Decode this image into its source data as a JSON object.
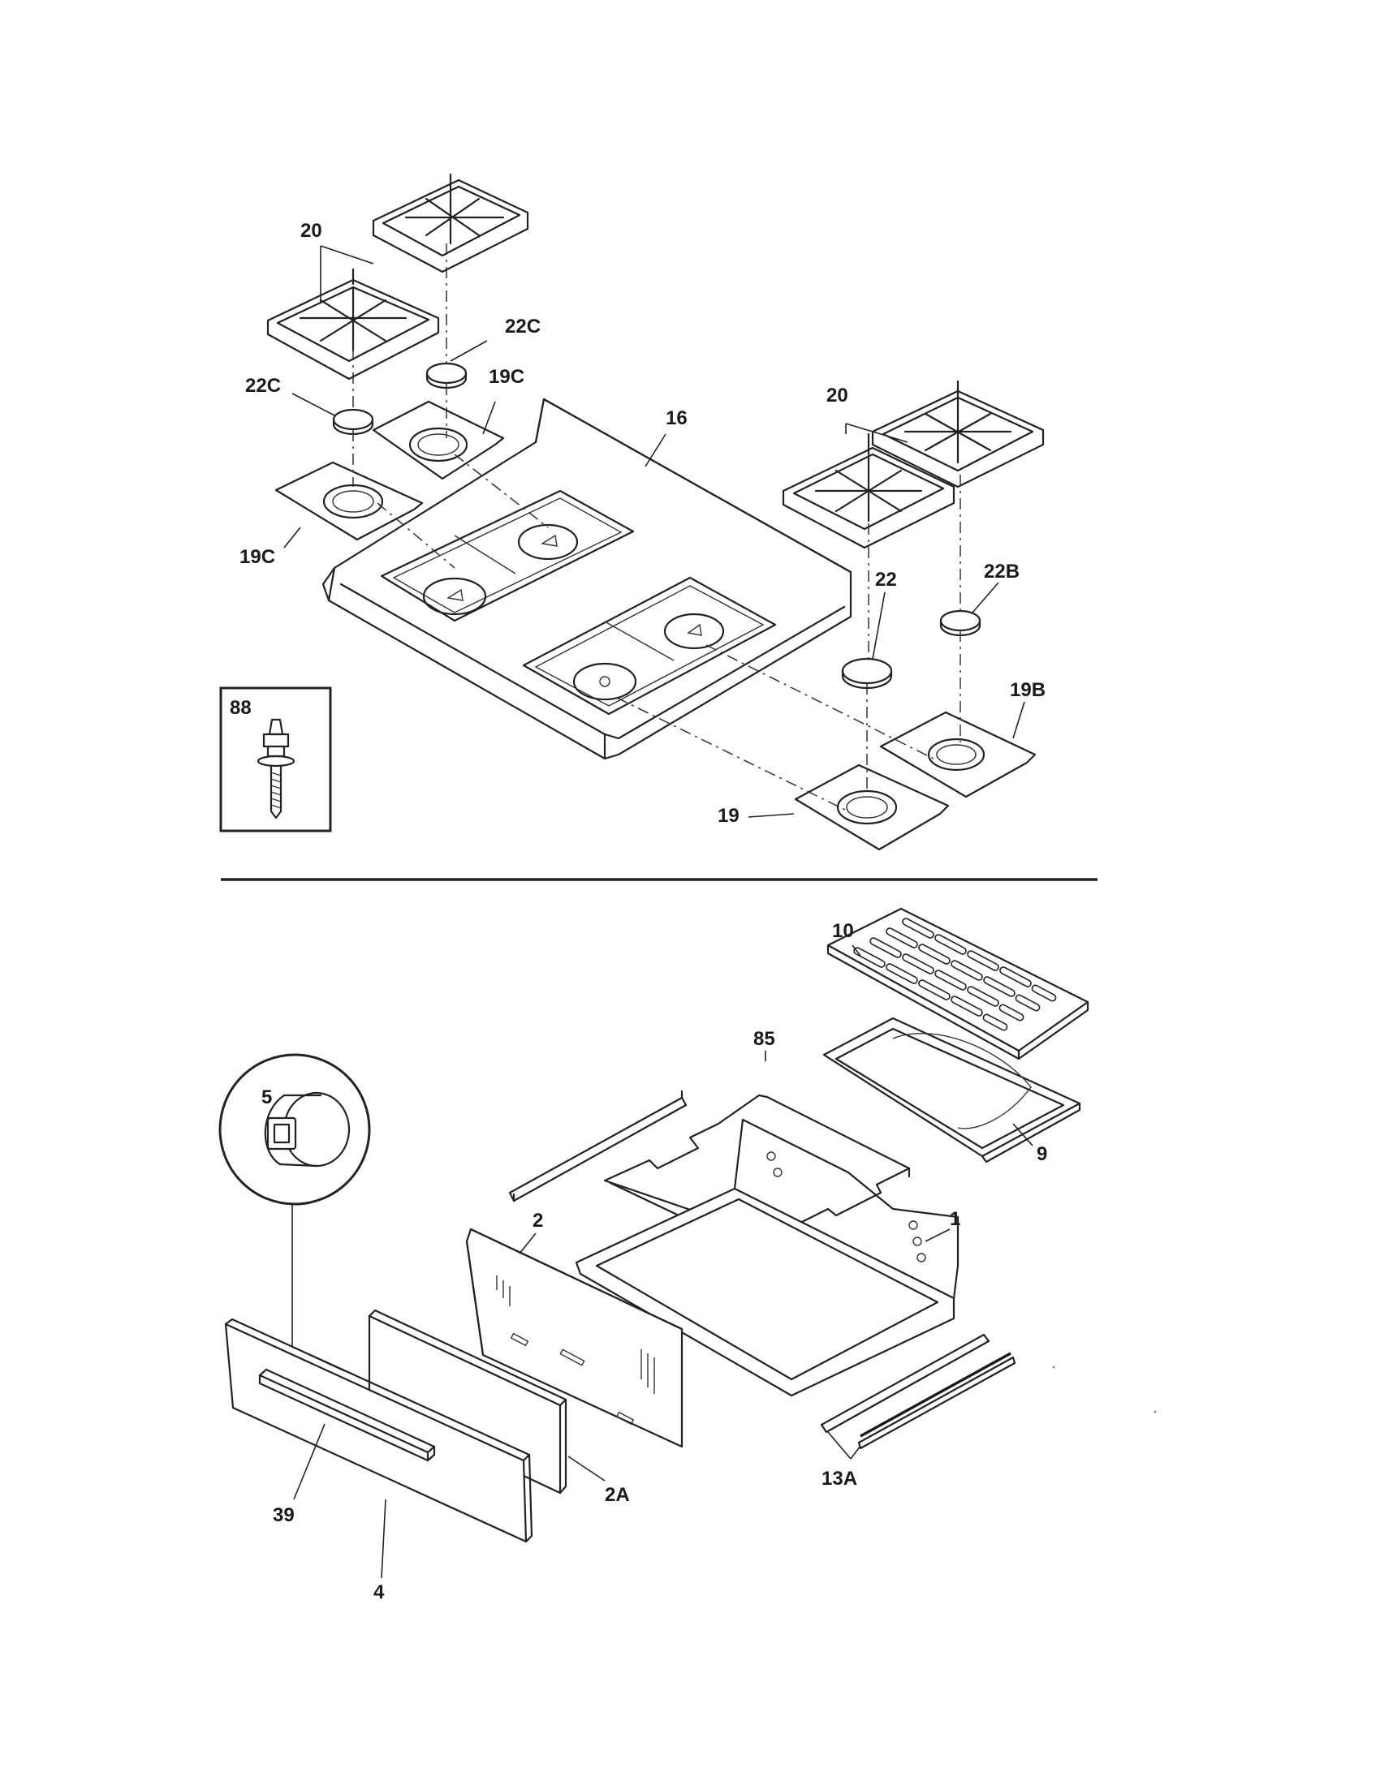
{
  "callouts": {
    "p20a": "20",
    "p22c_a": "22C",
    "p22c_b": "22C",
    "p19c_a": "19C",
    "p19c_b": "19C",
    "p16": "16",
    "p20b": "20",
    "p22": "22",
    "p22b": "22B",
    "p19b": "19B",
    "p19": "19",
    "p88": "88",
    "p10": "10",
    "p85": "85",
    "p9": "9",
    "p5": "5",
    "p2": "2",
    "p1": "1",
    "p2a": "2A",
    "p13a": "13A",
    "p39": "39",
    "p4": "4"
  }
}
